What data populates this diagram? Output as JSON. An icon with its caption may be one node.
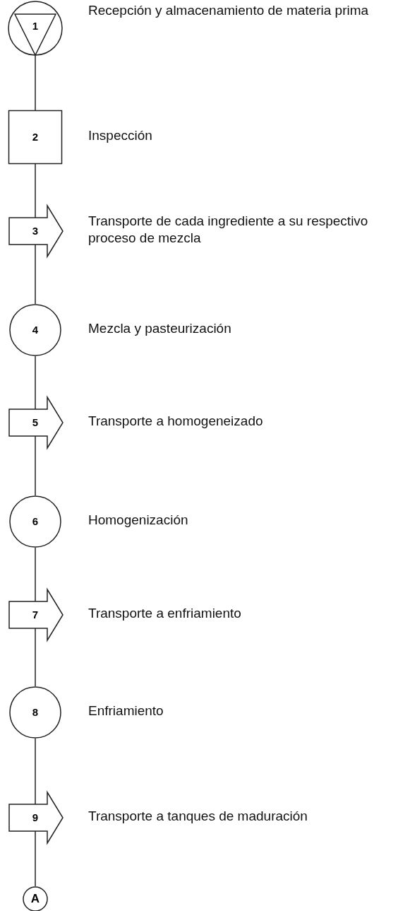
{
  "diagram": {
    "nodes": [
      {
        "text": [
          "1"
        ],
        "beside": [
          "Recepción y almacenamiento de materia prima"
        ]
      },
      {
        "text": [
          "2"
        ],
        "beside": [
          "Inspección"
        ]
      },
      {
        "text": [
          "3"
        ],
        "beside": [
          "Transporte de cada ingrediente a su respectivo proceso de mezcla"
        ]
      },
      {
        "text": [
          "4"
        ],
        "beside": [
          "Mezcla y pasteurización"
        ]
      },
      {
        "text": [
          "5"
        ],
        "beside": [
          "Transporte a homogeneizado"
        ]
      },
      {
        "text": [
          "6"
        ],
        "beside": [
          "Homogenización"
        ]
      },
      {
        "text": [
          "7"
        ],
        "beside": [
          "Transporte a enfriamiento"
        ]
      },
      {
        "text": [
          "8"
        ],
        "beside": [
          "Enfriamiento"
        ]
      },
      {
        "text": [
          "9"
        ],
        "beside": [
          "Transporte a tanques de maduración"
        ]
      },
      {
        "text": [
          "A"
        ]
      }
    ],
    "edges": [
      {
        "from": 0,
        "to": 1,
        "arrow": "none"
      },
      {
        "from": 1,
        "to": 2,
        "arrow": "none"
      },
      {
        "from": 2,
        "to": 3,
        "arrow": "none"
      },
      {
        "from": 3,
        "to": 4,
        "arrow": "none"
      },
      {
        "from": 4,
        "to": 5,
        "arrow": "none"
      },
      {
        "from": 5,
        "to": 6,
        "arrow": "none"
      },
      {
        "from": 6,
        "to": 7,
        "arrow": "none"
      },
      {
        "from": 7,
        "to": 8,
        "arrow": "none"
      },
      {
        "from": 8,
        "to": 9,
        "arrow": "none"
      }
    ]
  }
}
